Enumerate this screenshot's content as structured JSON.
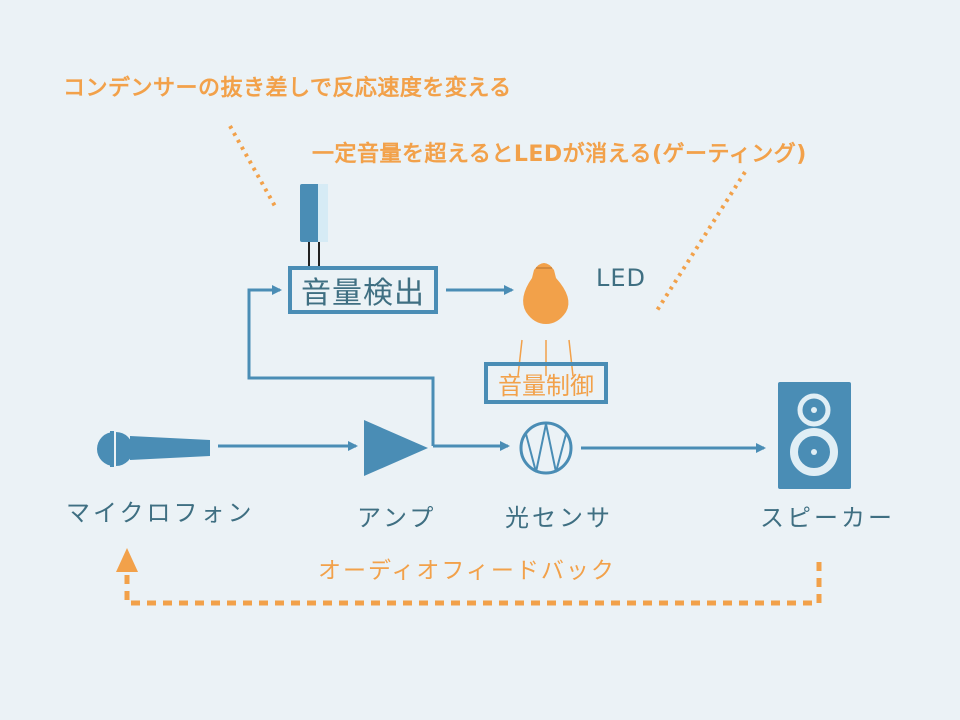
{
  "annotations": {
    "capacitor_note": "コンデンサーの抜き差しで反応速度を変える",
    "gating_note": "一定音量を超えるとLEDが消える(ゲーティング)"
  },
  "blocks": {
    "volume_detect": "音量検出",
    "volume_control": "音量制御",
    "led": "LED"
  },
  "devices": {
    "microphone": "マイクロフォン",
    "amplifier": "アンプ",
    "light_sensor": "光センサ",
    "speaker": "スピーカー"
  },
  "feedback": {
    "label": "オーディオフィードバック"
  },
  "colors": {
    "background": "#ebf2f6",
    "primary_blue": "#4a8db5",
    "text_blue": "#3f6f82",
    "accent_orange": "#f2a14a"
  }
}
